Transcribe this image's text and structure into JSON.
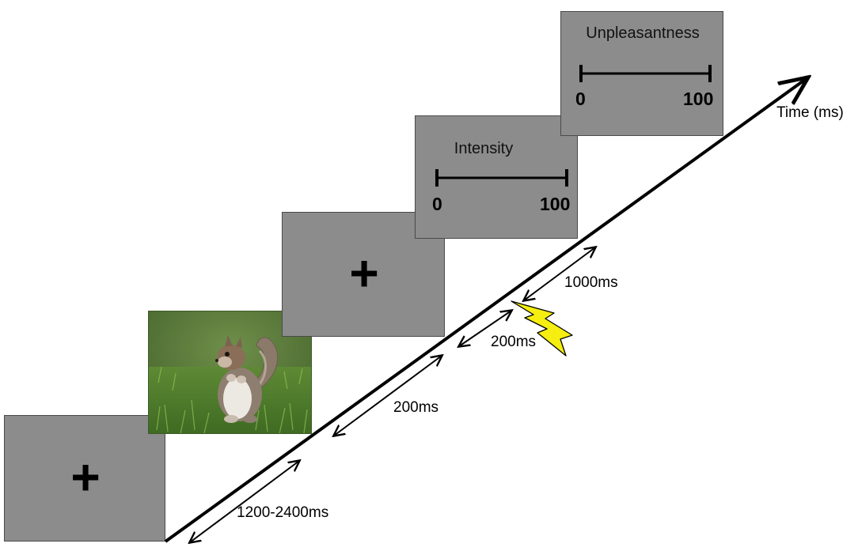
{
  "screens": {
    "fixation_1": {
      "symbol": "+"
    },
    "fixation_2": {
      "symbol": "+"
    },
    "intensity": {
      "title": "Intensity",
      "min_label": "0",
      "max_label": "100"
    },
    "unpleasantness": {
      "title": "Unpleasantness",
      "min_label": "0",
      "max_label": "100"
    }
  },
  "timeline": {
    "axis_label": "Time (ms)",
    "durations": [
      "1200-2400ms",
      "200ms",
      "200ms",
      "1000ms"
    ]
  },
  "colors": {
    "screen_gray": "#8c8c8c",
    "shock_yellow": "#f5ee10",
    "axis": "#000000"
  },
  "icons": {
    "stimulus_image": "squirrel-photo",
    "shock": "lightning-bolt-icon"
  }
}
